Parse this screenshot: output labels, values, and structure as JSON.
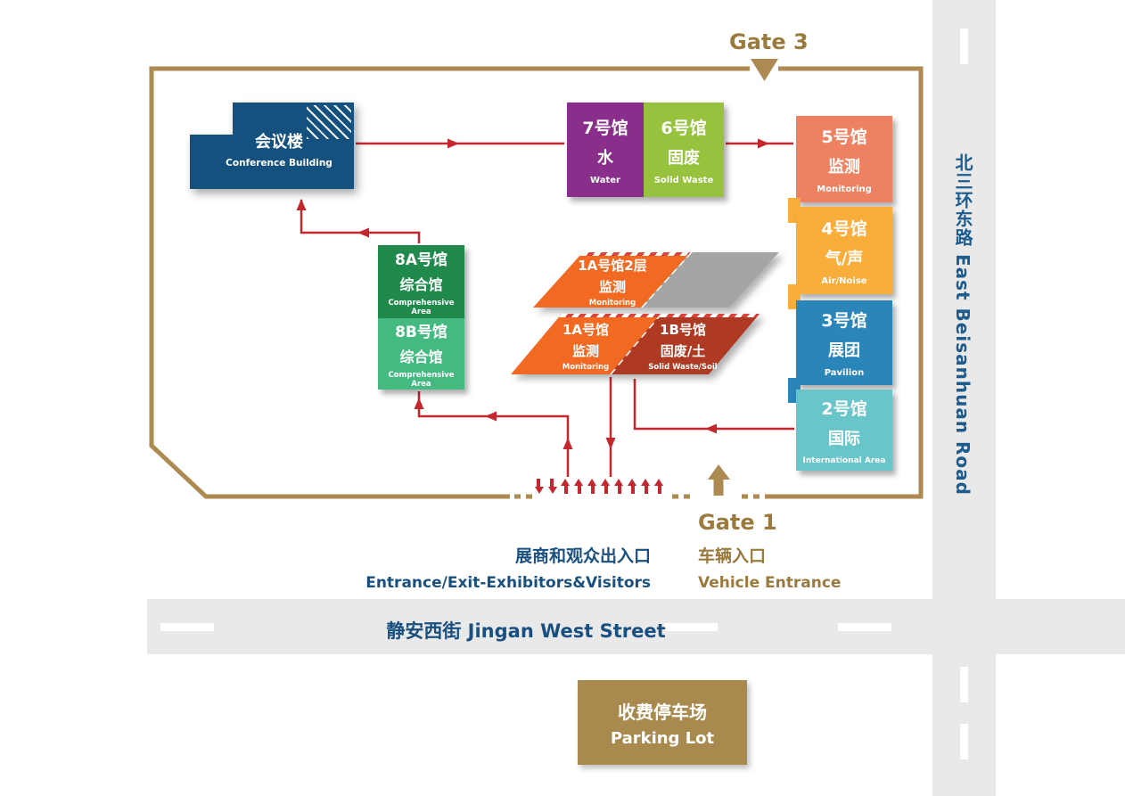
{
  "gates": {
    "gate3": "Gate 3",
    "gate1": "Gate 1"
  },
  "roads": {
    "east_road": "北三环东路 East Beisanhuan Road",
    "south_road": "静安西街 Jingan West Street"
  },
  "entrances": {
    "pedestrian_zh": "展商和观众出入口",
    "pedestrian_en": "Entrance/Exit-Exhibitors&Visitors",
    "vehicle_zh": "车辆入口",
    "vehicle_en": "Vehicle Entrance"
  },
  "parking": {
    "zh": "收费停车场",
    "en": "Parking Lot"
  },
  "buildings": {
    "conference": {
      "zh": "会议楼",
      "en": "Conference Building"
    },
    "hall7": {
      "no": "7号馆",
      "zh": "水",
      "en": "Water"
    },
    "hall6": {
      "no": "6号馆",
      "zh": "固废",
      "en": "Solid Waste"
    },
    "hall5": {
      "no": "5号馆",
      "zh": "监测",
      "en": "Monitoring"
    },
    "hall4": {
      "no": "4号馆",
      "zh": "气/声",
      "en": "Air/Noise"
    },
    "hall3": {
      "no": "3号馆",
      "zh": "展团",
      "en": "Pavilion"
    },
    "hall2": {
      "no": "2号馆",
      "zh": "国际",
      "en": "International Area"
    },
    "hall8a": {
      "no": "8A号馆",
      "zh": "综合馆",
      "en": "Comprehensive Area"
    },
    "hall8b": {
      "no": "8B号馆",
      "zh": "综合馆",
      "en": "Comprehensive Area"
    },
    "hall1a2": {
      "no": "1A号馆2层",
      "zh": "监测",
      "en": "Monitoring"
    },
    "hall1a": {
      "no": "1A号馆",
      "zh": "监测",
      "en": "Monitoring"
    },
    "hall1b": {
      "no": "1B号馆",
      "zh": "固废/土",
      "en": "Solid Waste/Soil"
    }
  },
  "colors": {
    "boundary": "#ad8a52",
    "gate_text": "#9b7a3e",
    "route_red": "#c4272e",
    "text_blue": "#19507f",
    "conference": "#15517e",
    "hall7": "#8a2e8c",
    "hall6": "#96c23e",
    "hall5": "#ee8161",
    "hall4": "#f9ae3c",
    "hall3": "#2a86b9",
    "hall2": "#68c5c9",
    "hall8a": "#1f8a4c",
    "hall8b": "#44ba80",
    "hall1a": "#f26a21",
    "hall1b": "#ae3a24",
    "hall1a2_gray": "#a5a5a5",
    "parking": "#a98a4e",
    "road": "#e9e9e9"
  },
  "entrance_arrows": [
    "down",
    "down",
    "up",
    "up",
    "up",
    "up",
    "up",
    "up",
    "up",
    "up"
  ]
}
